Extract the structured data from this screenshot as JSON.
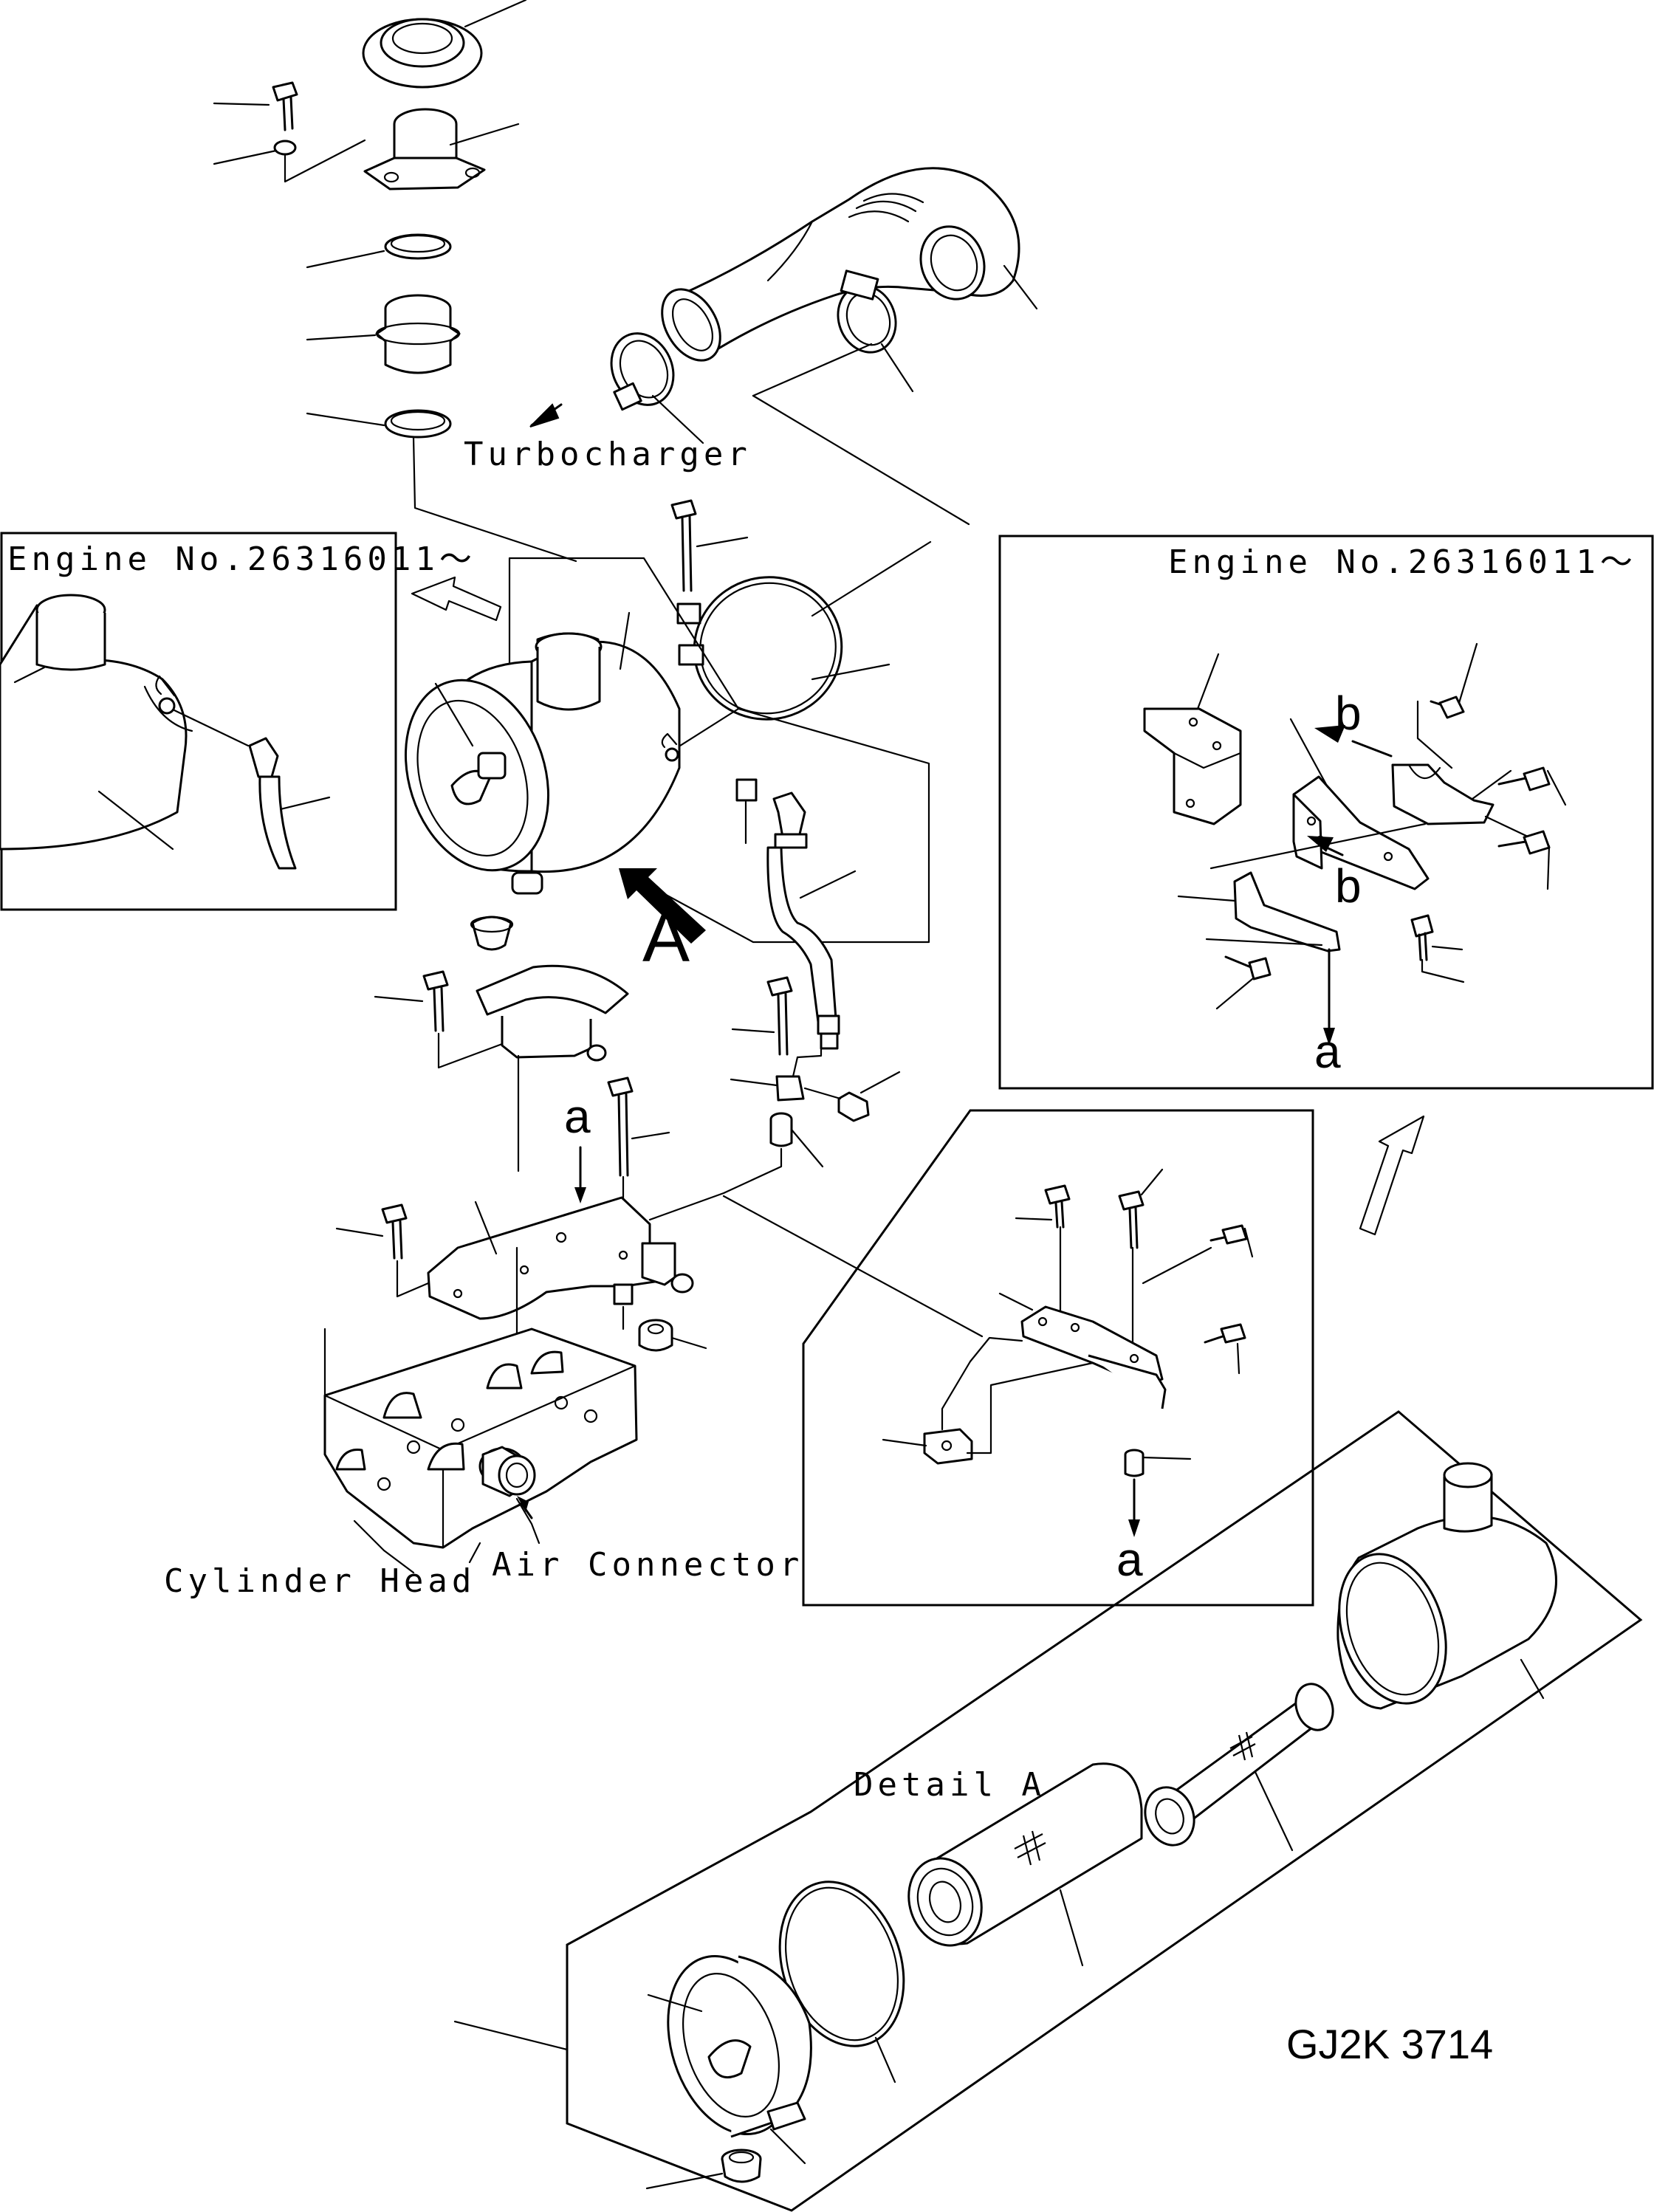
{
  "labels": {
    "turbocharger": "Turbocharger",
    "engine_no_left": "Engine No.26316011～",
    "engine_no_right": "Engine No.26316011～",
    "cylinder_head": "Cylinder Head",
    "air_connector": "Air Connector",
    "detail_a": "Detail A",
    "view_a": "A",
    "ref_a_main": "a",
    "ref_a_right": "a",
    "ref_a_lower": "a",
    "ref_b_top": "b",
    "ref_b_mid": "b",
    "drawing_code": "GJ2K 3714"
  }
}
